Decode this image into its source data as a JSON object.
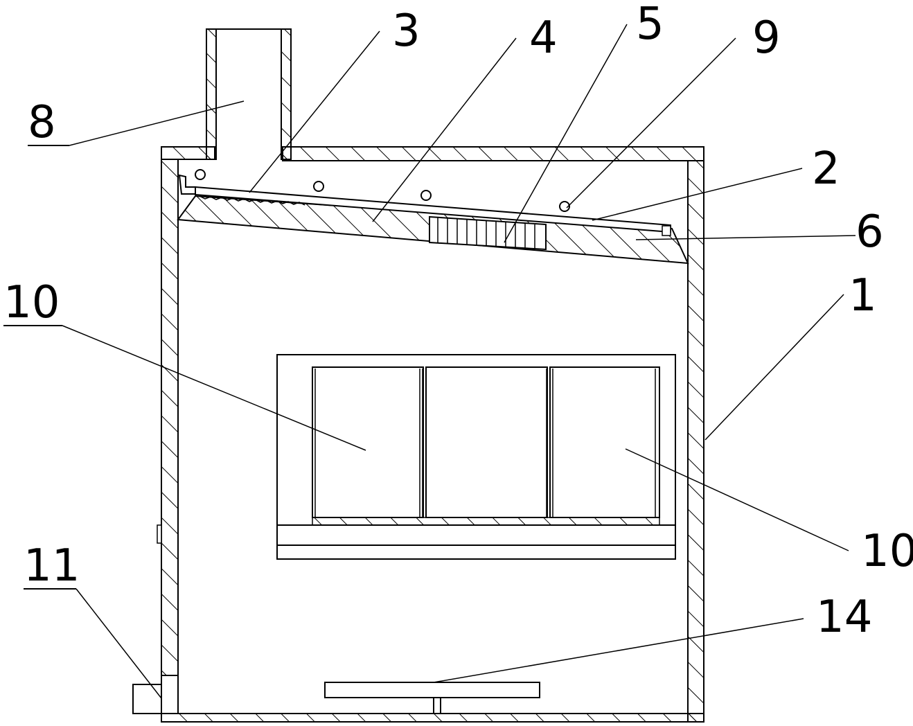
{
  "diagram": {
    "labels": {
      "l1": "1",
      "l2": "2",
      "l3": "3",
      "l4": "4",
      "l5": "5",
      "l6": "6",
      "l8": "8",
      "l9": "9",
      "l10_left": "10",
      "l10_right": "10",
      "l11": "11",
      "l14": "14"
    }
  }
}
